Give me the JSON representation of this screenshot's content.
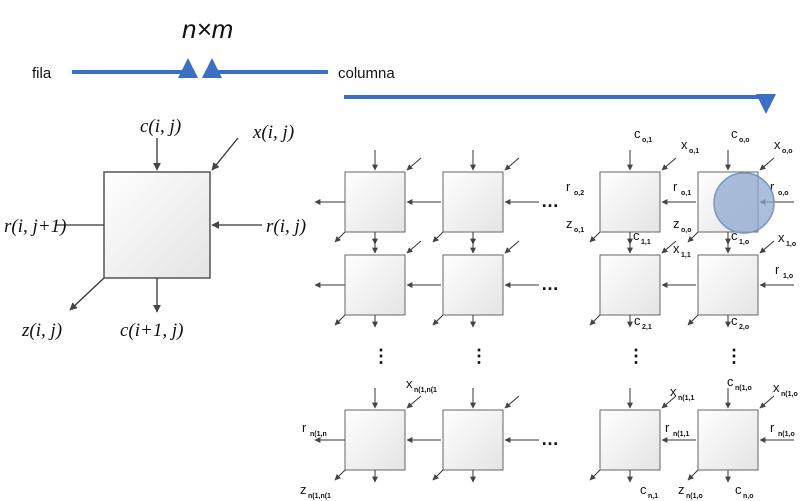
{
  "title": "n×m",
  "fila_label": "fila",
  "columna_label": "columna",
  "cell_labels": {
    "c_in": "c(i, j)",
    "x_in": "x(i, j)",
    "r_in": "r(i, j)",
    "r_out": "r(i, j+1)",
    "z_out": "z(i, j)",
    "c_out": "c(i+1, j)"
  },
  "grid_labels": [
    {
      "base": "c",
      "sub": "o,1"
    },
    {
      "base": "x",
      "sub": "o,1"
    },
    {
      "base": "c",
      "sub": "o,o"
    },
    {
      "base": "x",
      "sub": "o,o"
    },
    {
      "base": "r",
      "sub": "o,2"
    },
    {
      "base": "r",
      "sub": "o,1"
    },
    {
      "base": "r",
      "sub": "o,o"
    },
    {
      "base": "z",
      "sub": "o,1"
    },
    {
      "base": "z",
      "sub": "o,o"
    },
    {
      "base": "c",
      "sub": "1,1"
    },
    {
      "base": "c",
      "sub": "1,o"
    },
    {
      "base": "x",
      "sub": "1,1"
    },
    {
      "base": "x",
      "sub": "1,o"
    },
    {
      "base": "r",
      "sub": "1,o"
    },
    {
      "base": "c",
      "sub": "2,1"
    },
    {
      "base": "c",
      "sub": "2,o"
    },
    {
      "base": "x",
      "sub": "n(1,n(1"
    },
    {
      "base": "x",
      "sub": "n(1,1"
    },
    {
      "base": "c",
      "sub": "n(1,o"
    },
    {
      "base": "x",
      "sub": "n(1,o"
    },
    {
      "base": "r",
      "sub": "n(1,n"
    },
    {
      "base": "r",
      "sub": "n(1,1"
    },
    {
      "base": "r",
      "sub": "n(1,o"
    },
    {
      "base": "z",
      "sub": "n(1,n(1"
    },
    {
      "base": "c",
      "sub": "n,1"
    },
    {
      "base": "z",
      "sub": "n(1,o"
    },
    {
      "base": "c",
      "sub": "n,o"
    }
  ],
  "ellipsis_h": "…",
  "ellipsis_v": "⋮",
  "colors": {
    "arrow_blue": "#3a6fc4",
    "highlight": "#8fa8cf",
    "cell_fill": "#f2f2f2",
    "cell_stroke": "#555555"
  }
}
